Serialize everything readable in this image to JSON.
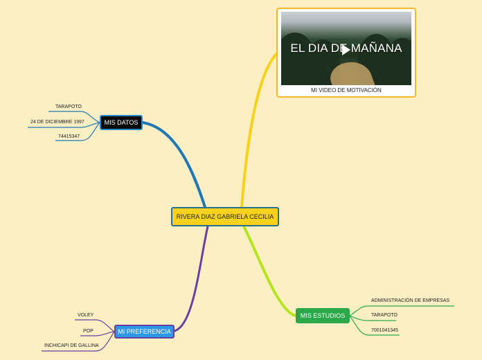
{
  "central": {
    "label": "RIVERA DIAZ GABRIELA CECILIA"
  },
  "video": {
    "title": "EL DIA DE MAÑANA",
    "caption": "MI VIDEO DE MOTIVACIÓN",
    "icon": "play-icon"
  },
  "mis_datos": {
    "label": "MIS DATOS",
    "items": [
      "TARAPOTO",
      "24 DE DICIEMBRE 1997",
      "74415347"
    ]
  },
  "mis_estudios": {
    "label": "MIS ESTUDIOS",
    "items": [
      "ADMINISTRACIÓN DE EMPRESAS",
      "TARAPOTO",
      "7001041345"
    ]
  },
  "mi_preferencia": {
    "label": "MI PREFERENCIA",
    "items": [
      "VOLEY",
      "POP",
      "INCHICAPI DE GALLINA"
    ]
  },
  "colors": {
    "background": "#fcefc4",
    "central": "#f7d21c",
    "datos_branch": "#1f78b4",
    "estudios_branch": "#b5e61d",
    "preferencia_branch": "#6b3fa0",
    "video_branch": "#f7d21c"
  }
}
